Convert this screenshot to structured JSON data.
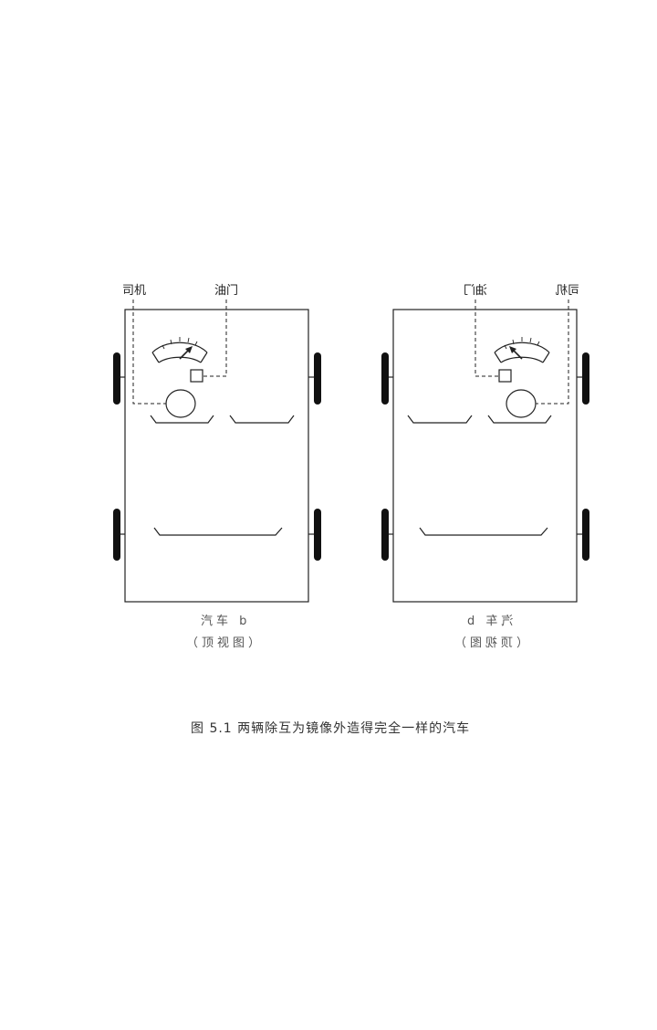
{
  "left_car": {
    "driver_label": "司机",
    "throttle_label": "油门",
    "caption_line1": "汽车 b",
    "caption_line2": "（顶视图）"
  },
  "right_car": {
    "driver_label": "司机",
    "throttle_label": "油门",
    "caption_line1": "汽车 b",
    "caption_line2": "（顶视图）"
  },
  "figure_caption": "图 5.1  两辆除互为镜像外造得完全一样的汽车",
  "colors": {
    "line": "#222222",
    "caption": "#555555"
  }
}
